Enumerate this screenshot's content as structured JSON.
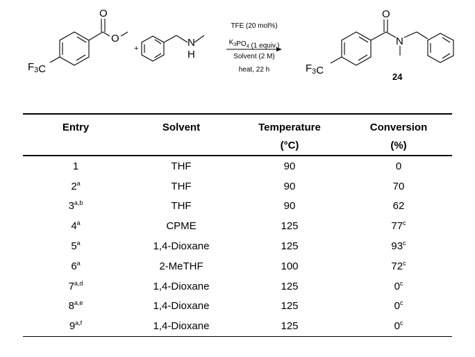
{
  "scheme": {
    "reactant1_label": "F3C",
    "reactant1_carbonyl_o": "O",
    "reactant1_ester_o": "O",
    "plus": "+",
    "amine_n": "N",
    "amine_h": "H",
    "conditions": [
      "TFE (20 mol%)",
      "K3PO4 (1 equiv.)",
      "Solvent (2 M)",
      "heat, 22 h"
    ],
    "product_label": "F3C",
    "product_o": "O",
    "product_n": "N",
    "compound_number": "24"
  },
  "table": {
    "headers": [
      {
        "line1": "Entry",
        "line2": ""
      },
      {
        "line1": "Solvent",
        "line2": ""
      },
      {
        "line1": "Temperature",
        "line2": "(°C)"
      },
      {
        "line1": "Conversion",
        "line2": "(%)"
      }
    ],
    "rows": [
      {
        "entry": "1",
        "entry_sup": "",
        "solvent": "THF",
        "temperature": "90",
        "conversion": "0",
        "conversion_sup": ""
      },
      {
        "entry": "2",
        "entry_sup": "a",
        "solvent": "THF",
        "temperature": "90",
        "conversion": "70",
        "conversion_sup": ""
      },
      {
        "entry": "3",
        "entry_sup": "a,b",
        "solvent": "THF",
        "temperature": "90",
        "conversion": "62",
        "conversion_sup": ""
      },
      {
        "entry": "4",
        "entry_sup": "a",
        "solvent": "CPME",
        "temperature": "125",
        "conversion": "77",
        "conversion_sup": "c"
      },
      {
        "entry": "5",
        "entry_sup": "a",
        "solvent": "1,4-Dioxane",
        "temperature": "125",
        "conversion": "93",
        "conversion_sup": "c"
      },
      {
        "entry": "6",
        "entry_sup": "a",
        "solvent": "2-MeTHF",
        "temperature": "100",
        "conversion": "72",
        "conversion_sup": "c"
      },
      {
        "entry": "7",
        "entry_sup": "a,d",
        "solvent": "1,4-Dioxane",
        "temperature": "125",
        "conversion": "0",
        "conversion_sup": "c"
      },
      {
        "entry": "8",
        "entry_sup": "a,e",
        "solvent": "1,4-Dioxane",
        "temperature": "125",
        "conversion": "0",
        "conversion_sup": "c"
      },
      {
        "entry": "9",
        "entry_sup": "a,f",
        "solvent": "1,4-Dioxane",
        "temperature": "125",
        "conversion": "0",
        "conversion_sup": "c"
      }
    ]
  }
}
